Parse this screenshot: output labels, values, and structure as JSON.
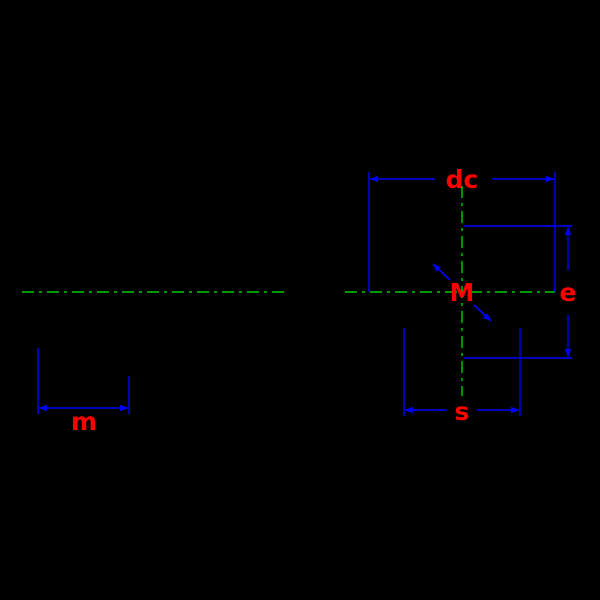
{
  "colors": {
    "background": "#000000",
    "dimension_line": "#0000ff",
    "center_line": "#00cc00",
    "label": "#ff0000"
  },
  "labels": {
    "dc": "dc",
    "e": "e",
    "M": "M",
    "m": "m",
    "s": "s"
  }
}
